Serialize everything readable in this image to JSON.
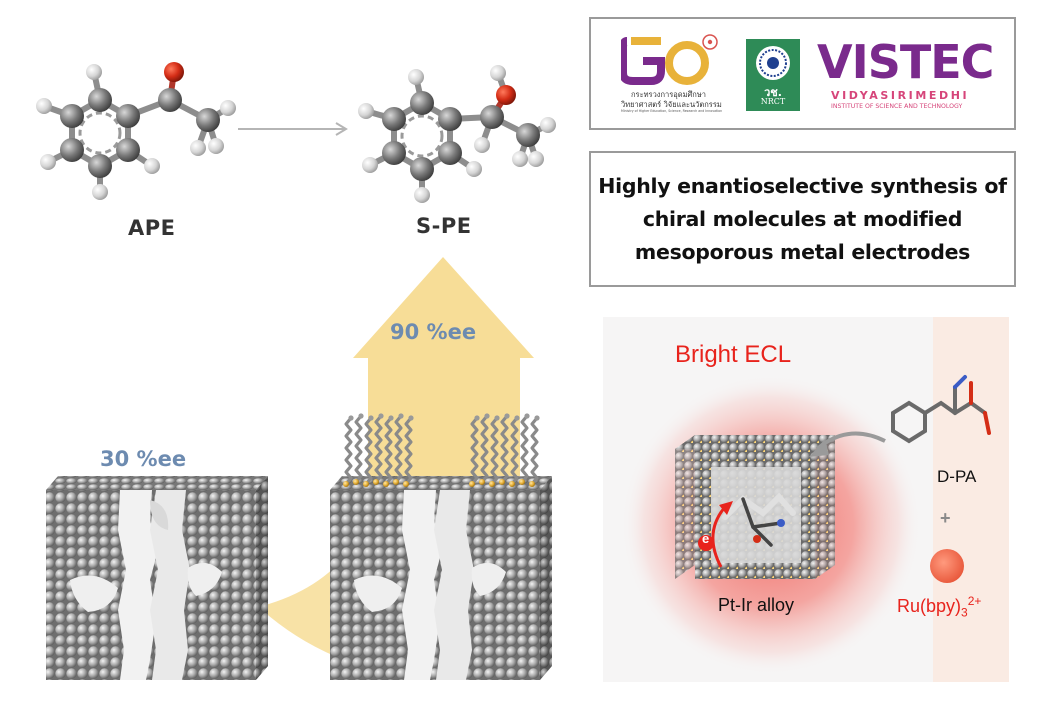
{
  "reaction": {
    "reactant": "APE",
    "product": "S-PE"
  },
  "electrodes": {
    "unmodified_ee": "30 %ee",
    "modified_ee": "90 %ee"
  },
  "logos": {
    "ministry_thai_line1": "กระทรวงการอุดมศึกษา",
    "ministry_thai_line2": "วิทยาศาสตร์ วิจัยและนวัตกรรม",
    "ministry_en": "Ministry of Higher Education, Science, Research and Innovation",
    "nrct_thai": "วช.",
    "nrct_en": "NRCT",
    "vistec_name": "VISTEC",
    "vistec_sub1": "VIDYASIRIMEDHI",
    "vistec_sub2": "INSTITUTE OF SCIENCE AND TECHNOLOGY"
  },
  "title": {
    "line1": "Highly enantioselective synthesis of",
    "line2": "chiral molecules at modified",
    "line3": "mesoporous metal electrodes"
  },
  "ecl": {
    "heading": "Bright ECL",
    "molecule": "D-PA",
    "plus": "+",
    "alloy": "Pt-Ir alloy",
    "ru_base": "Ru(bpy)",
    "ru_sub": "3",
    "ru_sup": "2+",
    "electron": "e"
  },
  "colors": {
    "arrow_yellow": "#f7dd97",
    "ee_blue": "#6d8bb0",
    "ecl_red": "#e8231c",
    "gold_atom": "#e8b23a",
    "oxygen_red": "#d42d16",
    "vistec_purple": "#7a2a8c"
  }
}
